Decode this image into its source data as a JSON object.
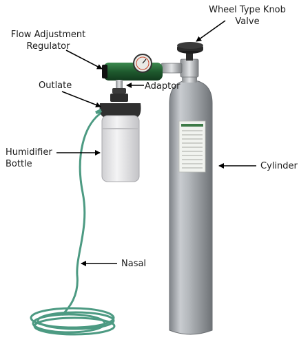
{
  "labels": {
    "wheel_knob_line1": "Wheel Type Knob",
    "wheel_knob_line2": "Valve",
    "flow_line1": "Flow Adjustment",
    "flow_line2": "Regulator",
    "outlate": "Outlate",
    "adaptor": "Adaptor",
    "humidifier_line1": "Humidifier",
    "humidifier_line2": "Bottle",
    "cylinder": "Cylinder",
    "nasal": "Nasal"
  },
  "colors": {
    "cylinder": "#a9adb2",
    "regulator": "#1f5a2e",
    "tubing": "#4c9a82",
    "bottle": "#e6e6e8",
    "knob": "#1c1c1c",
    "arrow": "#000000"
  }
}
